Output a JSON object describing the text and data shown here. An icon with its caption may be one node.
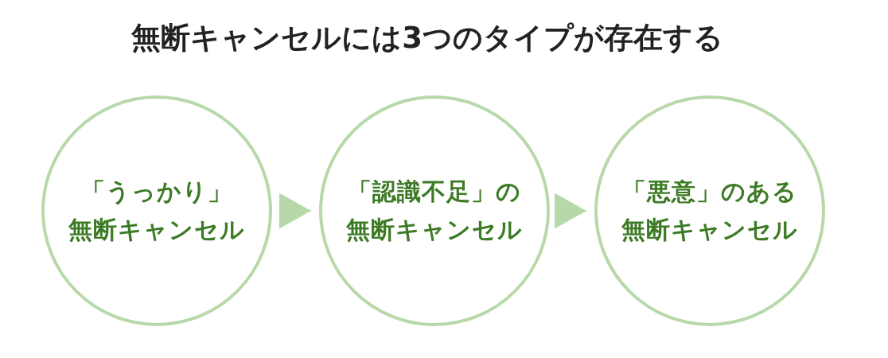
{
  "diagram": {
    "title": "無断キャンセルには3つのタイプが存在する",
    "nodes": [
      {
        "text": [
          "「うっかり」無断キャンセル"
        ]
      },
      {
        "text": [
          "「認識不足」の無断キャンセル"
        ]
      },
      {
        "text": [
          "「悪意」のある無断キャンセル"
        ]
      }
    ],
    "edges": [
      {
        "from": 0,
        "to": 1,
        "arrow": "to"
      },
      {
        "from": 1,
        "to": 2,
        "arrow": "to"
      }
    ]
  }
}
